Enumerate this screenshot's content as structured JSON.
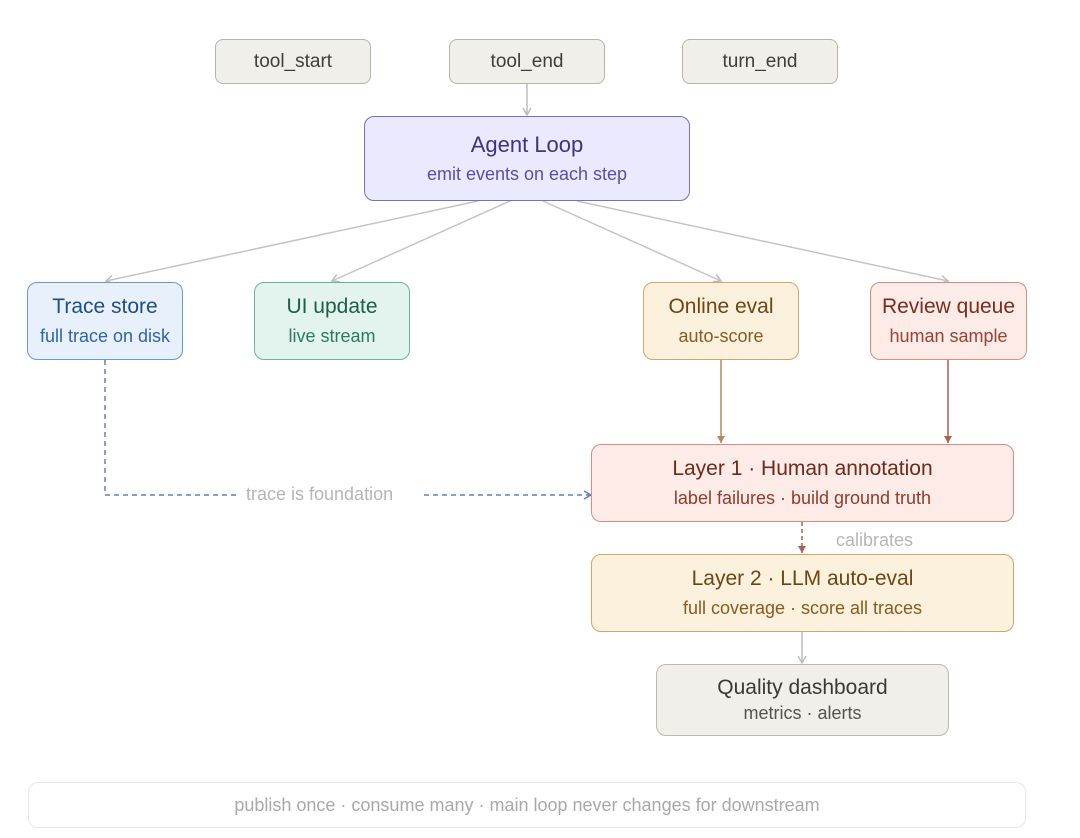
{
  "events": [
    {
      "id": "tool_start",
      "label": "tool_start"
    },
    {
      "id": "tool_end",
      "label": "tool_end"
    },
    {
      "id": "turn_end",
      "label": "turn_end"
    }
  ],
  "agent_loop": {
    "title": "Agent Loop",
    "subtitle": "emit events on each step"
  },
  "consumers": {
    "trace_store": {
      "title": "Trace store",
      "subtitle": "full trace on disk"
    },
    "ui_update": {
      "title": "UI update",
      "subtitle": "live stream"
    },
    "online_eval": {
      "title": "Online eval",
      "subtitle": "auto-score"
    },
    "review_queue": {
      "title": "Review queue",
      "subtitle": "human sample"
    }
  },
  "layer1": {
    "title": "Layer 1 · Human annotation",
    "subtitle": "label failures · build ground truth"
  },
  "layer2": {
    "title": "Layer 2 · LLM auto-eval",
    "subtitle": "full coverage · score all traces"
  },
  "dashboard": {
    "title": "Quality dashboard",
    "subtitle": "metrics · alerts"
  },
  "edge_labels": {
    "trace_foundation": "trace is foundation",
    "calibrates": "calibrates"
  },
  "footer": "publish once · consume many · main loop never changes for downstream",
  "colors": {
    "purple": "#6b5fb5",
    "blue": "#4f7bb5",
    "green": "#3f9f7f",
    "orange": "#b5895a",
    "red": "#c2766a",
    "gray": "#bdbdbd",
    "dashed_blue": "#5b83b8"
  }
}
